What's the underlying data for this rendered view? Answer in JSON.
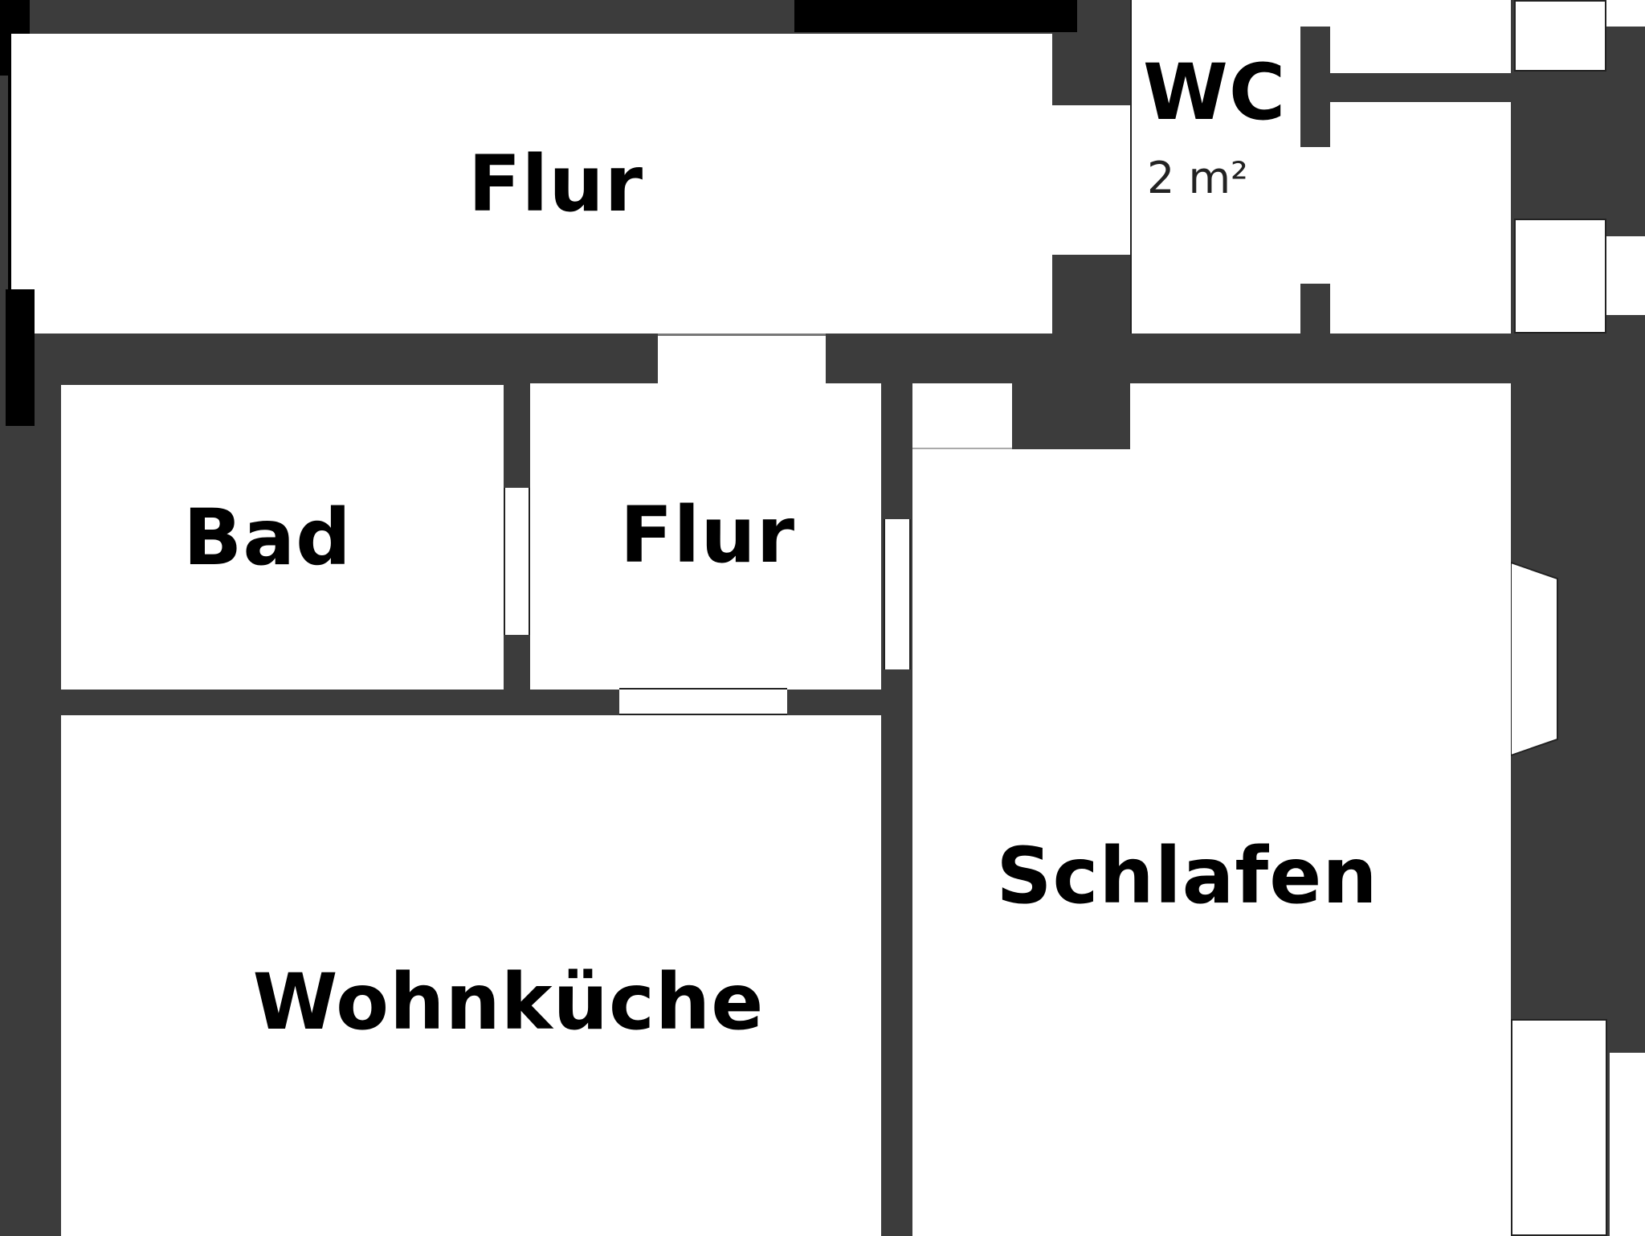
{
  "plan": {
    "rooms": [
      {
        "id": "flur-top",
        "label": "Flur"
      },
      {
        "id": "wc",
        "label": "WC",
        "area": "2 m²"
      },
      {
        "id": "bad",
        "label": "Bad"
      },
      {
        "id": "flur-small",
        "label": "Flur"
      },
      {
        "id": "schlafen",
        "label": "Schlafen"
      },
      {
        "id": "wohnkueche",
        "label": "Wohnküche"
      }
    ],
    "colors": {
      "wall": "#3c3c3c",
      "room": "#ffffff",
      "text": "#000000"
    }
  }
}
